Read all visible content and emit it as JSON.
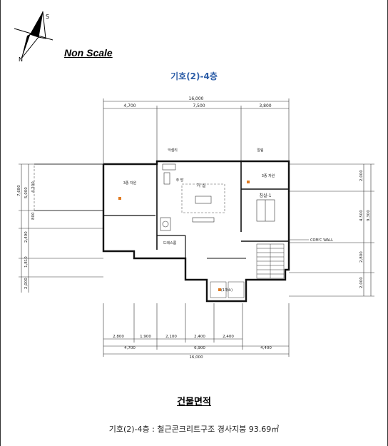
{
  "header": {
    "scale_note": "Non Scale",
    "compass_label": "N",
    "compass_label_2": "S"
  },
  "drawing": {
    "floor_title": "기호(2)-4층",
    "top_dims_total": "16,000",
    "top_dims": [
      "4,700",
      "7,500",
      "3,800"
    ],
    "left_dims": [
      "7,680",
      "5,000",
      "4,200",
      "800",
      "2,490",
      "1,810",
      "2,000"
    ],
    "right_dims": [
      "2,000",
      "4,500",
      "9,300",
      "2,800",
      "2,000"
    ],
    "bottom_dims_row1": [
      "2,800",
      "1,900",
      "2,100",
      "2,400",
      "2,400"
    ],
    "bottom_dims_row2": [
      "4,700",
      "6,900",
      "4,400"
    ],
    "bottom_dims_total": "16,000",
    "rooms": {
      "room_left": "3종 자원",
      "living": "거 실",
      "kitchen": "주 방",
      "bedroom": "침실-1",
      "room_right_top": "3종 자원",
      "dress": "드레스룸",
      "bath_small": "(1개소)"
    },
    "notes": {
      "stair_label": "악셈리",
      "note_top_right": "알림",
      "wall_note": "COM'C WALL"
    }
  },
  "area": {
    "title": "건물면적",
    "line": "기호(2)-4층 : 철근콘크리트구조 경사지붕 93.69㎡"
  }
}
